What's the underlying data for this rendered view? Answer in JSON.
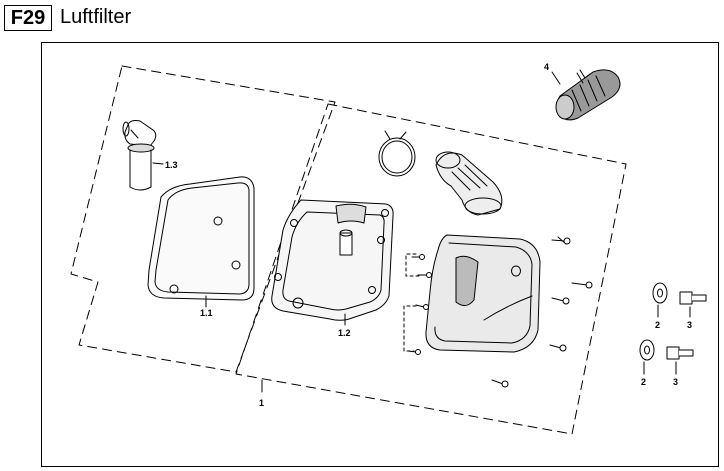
{
  "header": {
    "code": "F29",
    "title": "Luftfilter"
  },
  "callouts": {
    "assembly": "1",
    "filter_element": "1.1",
    "housing_base": "1.2",
    "intake_tube": "1.3",
    "washer_a": "2",
    "washer_b": "2",
    "bolt_a": "3",
    "bolt_b": "3",
    "hose": "4"
  }
}
